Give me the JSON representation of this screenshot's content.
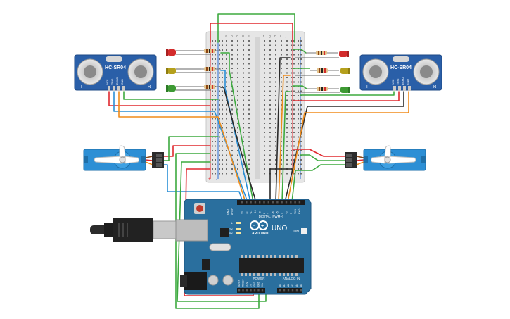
{
  "sensor_left": {
    "model": "HC-SR04",
    "pin_labels": [
      "VCC",
      "TRIG",
      "ECHO",
      "GND"
    ],
    "side_marks": [
      "T",
      "R"
    ]
  },
  "sensor_right": {
    "model": "HC-SR04",
    "pin_labels": [
      "VCC",
      "TRIG",
      "ECHO",
      "GND"
    ],
    "side_marks": [
      "T",
      "R"
    ]
  },
  "breadboard": {
    "col_letters_left": [
      "a",
      "b",
      "c",
      "d",
      "e"
    ],
    "col_letters_right": [
      "f",
      "g",
      "h",
      "i",
      "j"
    ],
    "rail_plus": "+",
    "rail_minus": "-"
  },
  "arduino": {
    "brand": "ARDUINO",
    "model": "UNO",
    "digital_header": "DIGITAL (PWM~)",
    "power_header": "POWER",
    "analog_header": "ANALOG IN",
    "led_l": "L",
    "led_tx": "TX",
    "led_rx": "RX",
    "on_label": "ON",
    "aref": "AREF",
    "gnd": "GND",
    "digital_pins": [
      "13",
      "12",
      "~11",
      "~10",
      "~9",
      "8",
      "7",
      "~6",
      "~5",
      "4",
      "~3",
      "2",
      "TX 1",
      "RX 0"
    ],
    "power_pins": [
      "IOREF",
      "RESET",
      "3.3V",
      "5V",
      "GND",
      "GND",
      "Vin"
    ],
    "analog_pins": [
      "A0",
      "A1",
      "A2",
      "A3",
      "A4",
      "A5"
    ]
  },
  "colors": {
    "wire_red": "#e0282e",
    "wire_green": "#3daa3f",
    "wire_blue": "#2a8fd6",
    "wire_orange": "#f08c1a",
    "wire_black": "#2b2b2b",
    "board_blue": "#2a6f9e",
    "sensor_blue": "#2a5fa8",
    "servo_blue": "#2d8fd5",
    "led_red": "#d32b2b",
    "led_yellow": "#b5a01c",
    "led_green": "#3d9a33"
  }
}
